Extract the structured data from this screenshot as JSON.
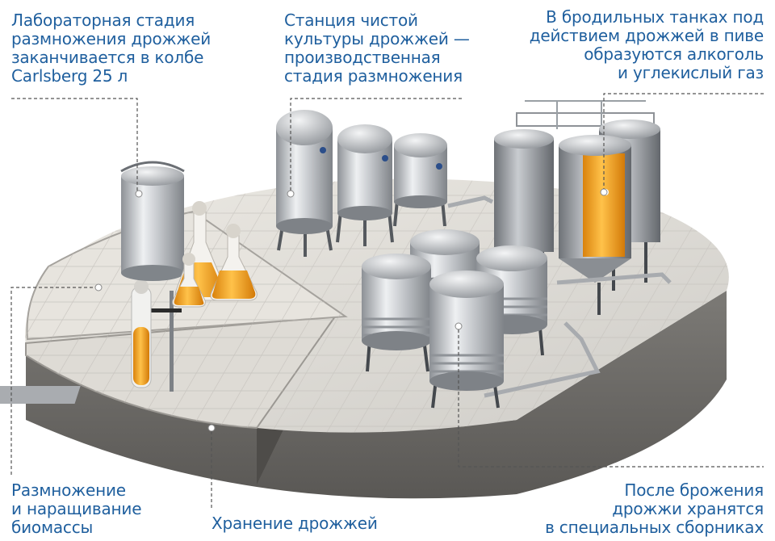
{
  "labels": {
    "flask": "Лабораторная стадия\nразмножения дрожжей\nзаканчивается в колбе\nCarlsberg 25 л",
    "station": "Станция чистой\nкультуры дрожжей —\nпроизводственная\nстадия размножения",
    "ferment": "В бродильных танках под\nдействием дрожжей в пиве\nобразуются алкоголь\nи углекислый газ",
    "biomass": "Размножение\nи наращивание\nбиомассы",
    "storage": "Хранение дрожжей",
    "collectors": "После брожения\nдрожжи хранятся\nв специальных сборниках"
  },
  "colors": {
    "label_text": "#1f5f9e",
    "beer": "#f0a020",
    "steel": "#b9bcc0",
    "floor": "#dcdad5",
    "wall": "#6f6d69"
  }
}
